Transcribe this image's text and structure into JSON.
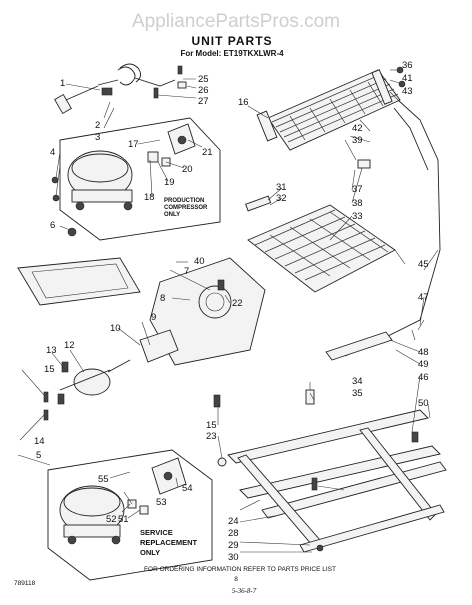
{
  "watermark": "AppliancePartsPros.com",
  "header": {
    "title": "UNIT PARTS",
    "model_line": "For Model: ET19TKXLWR-4"
  },
  "notes": {
    "production_compressor": [
      "PRODUCTION",
      "COMPRESSOR",
      "ONLY"
    ],
    "service_replacement": [
      "SERVICE",
      "REPLACEMENT",
      "ONLY"
    ]
  },
  "callouts": [
    "1",
    "2",
    "3",
    "4",
    "5",
    "6",
    "7",
    "8",
    "9",
    "10",
    "12",
    "13",
    "14",
    "15",
    "16",
    "17",
    "18",
    "19",
    "20",
    "21",
    "22",
    "23",
    "24",
    "25",
    "26",
    "27",
    "28",
    "29",
    "30",
    "31",
    "32",
    "33",
    "34",
    "35",
    "36",
    "37",
    "38",
    "39",
    "40",
    "41",
    "42",
    "43",
    "45",
    "46",
    "47",
    "48",
    "49",
    "50",
    "51",
    "52",
    "53",
    "54",
    "55"
  ],
  "footer": {
    "code": "789118",
    "instruction": "FOR ORDERING INFORMATION REFER TO PARTS PRICE LIST",
    "page": "8",
    "handwritten": "5-36-8-7"
  }
}
